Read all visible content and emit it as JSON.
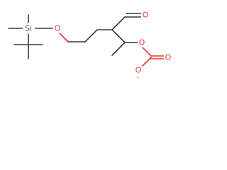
{
  "colors": {
    "bond": "#3a3a3a",
    "carbon": "#3a3a3a",
    "silicon": "#5a5a5a",
    "oxygen": "#e53935"
  },
  "atoms": {
    "si": {
      "symbol": "Si"
    },
    "o_silyl": {
      "symbol": "O"
    },
    "o_aldehyde": {
      "symbol": "O"
    },
    "o_ester": {
      "symbol": "O"
    },
    "o_carbonyl": {
      "symbol": "O"
    },
    "o_anion": {
      "symbol": "O",
      "charge": "-"
    }
  }
}
